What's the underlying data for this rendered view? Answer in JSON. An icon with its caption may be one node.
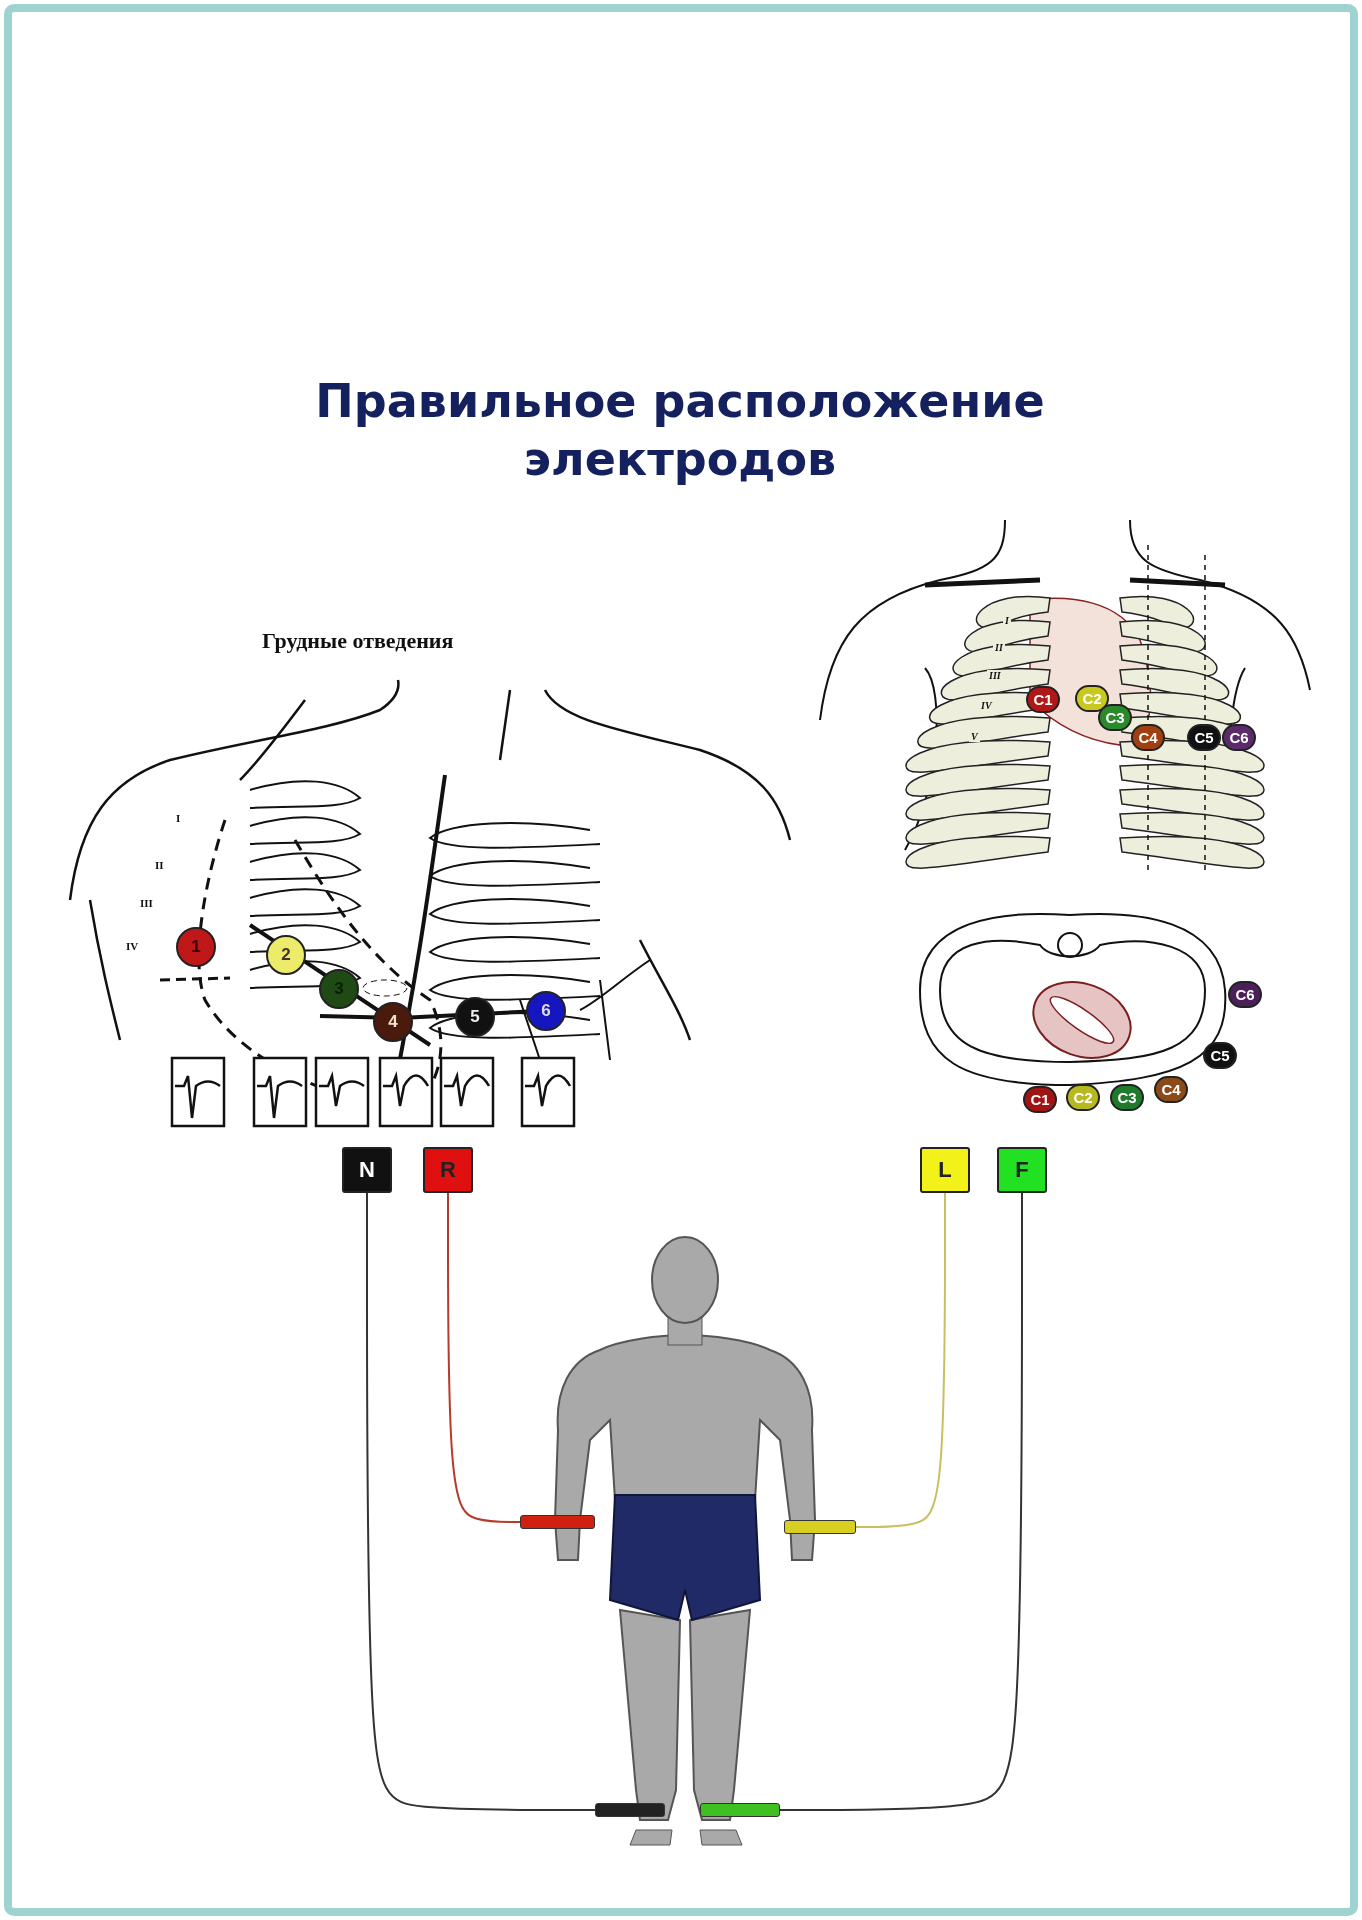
{
  "diagram": {
    "title": "Правильное расположение электродов",
    "nodes": [
      {
        "text": [
          "1"
        ]
      },
      {
        "text": [
          "2"
        ]
      },
      {
        "text": [
          "3"
        ]
      },
      {
        "text": [
          "4"
        ]
      },
      {
        "text": [
          "5"
        ]
      },
      {
        "text": [
          "6"
        ]
      },
      {
        "text": [
          "C1"
        ]
      },
      {
        "text": [
          "C2"
        ]
      },
      {
        "text": [
          "C3"
        ]
      },
      {
        "text": [
          "C4"
        ]
      },
      {
        "text": [
          "C5"
        ]
      },
      {
        "text": [
          "C6"
        ]
      },
      {
        "text": [
          "C1"
        ]
      },
      {
        "text": [
          "C2"
        ]
      },
      {
        "text": [
          "C3"
        ]
      },
      {
        "text": [
          "C4"
        ]
      },
      {
        "text": [
          "C5"
        ]
      },
      {
        "text": [
          "C6"
        ]
      },
      {
        "text": [
          "N"
        ]
      },
      {
        "text": [
          "R"
        ]
      },
      {
        "text": [
          "L"
        ]
      },
      {
        "text": [
          "F"
        ]
      },
      {
        "text": [],
        "shape": "bar"
      },
      {
        "text": [],
        "shape": "bar"
      },
      {
        "text": [],
        "shape": "bar"
      },
      {
        "text": [],
        "shape": "bar"
      }
    ],
    "edges": [
      {
        "from": 18,
        "to": 24,
        "arrow": "none"
      },
      {
        "from": 19,
        "to": 22,
        "arrow": "none",
        "color": "#b83a2a"
      },
      {
        "from": 20,
        "to": 23,
        "arrow": "none",
        "color": "#c8c060"
      },
      {
        "from": 21,
        "to": 25,
        "arrow": "none"
      }
    ],
    "labels": [
      "Грудные отведения",
      "I",
      "II",
      "III",
      "IV",
      "I",
      "II",
      "III",
      "IV",
      "V"
    ]
  }
}
